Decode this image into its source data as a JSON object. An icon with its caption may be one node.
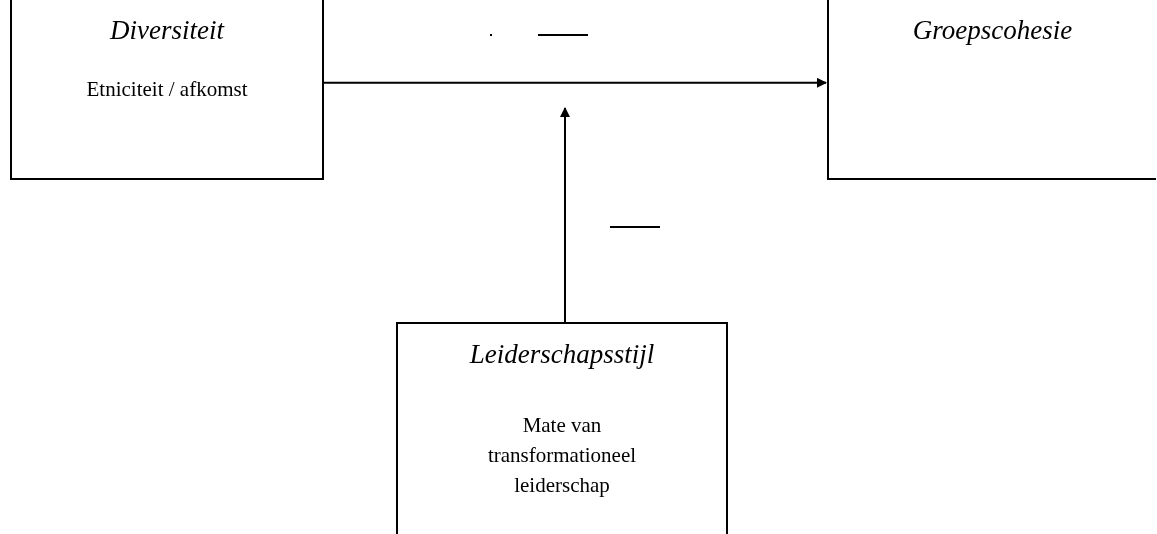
{
  "diagram": {
    "nodes": [
      {
        "text": [
          "Diversiteit",
          "Etniciteit / afkomst"
        ]
      },
      {
        "text": [
          "Groepscohesie"
        ]
      },
      {
        "text": [
          "Leiderschapsstijl",
          "Mate van transformationeel leiderschap"
        ]
      }
    ],
    "edges": [
      {
        "from": 0,
        "to": 1,
        "arrow": "to"
      },
      {
        "from": 2,
        "to": null,
        "arrow": "to"
      }
    ]
  }
}
